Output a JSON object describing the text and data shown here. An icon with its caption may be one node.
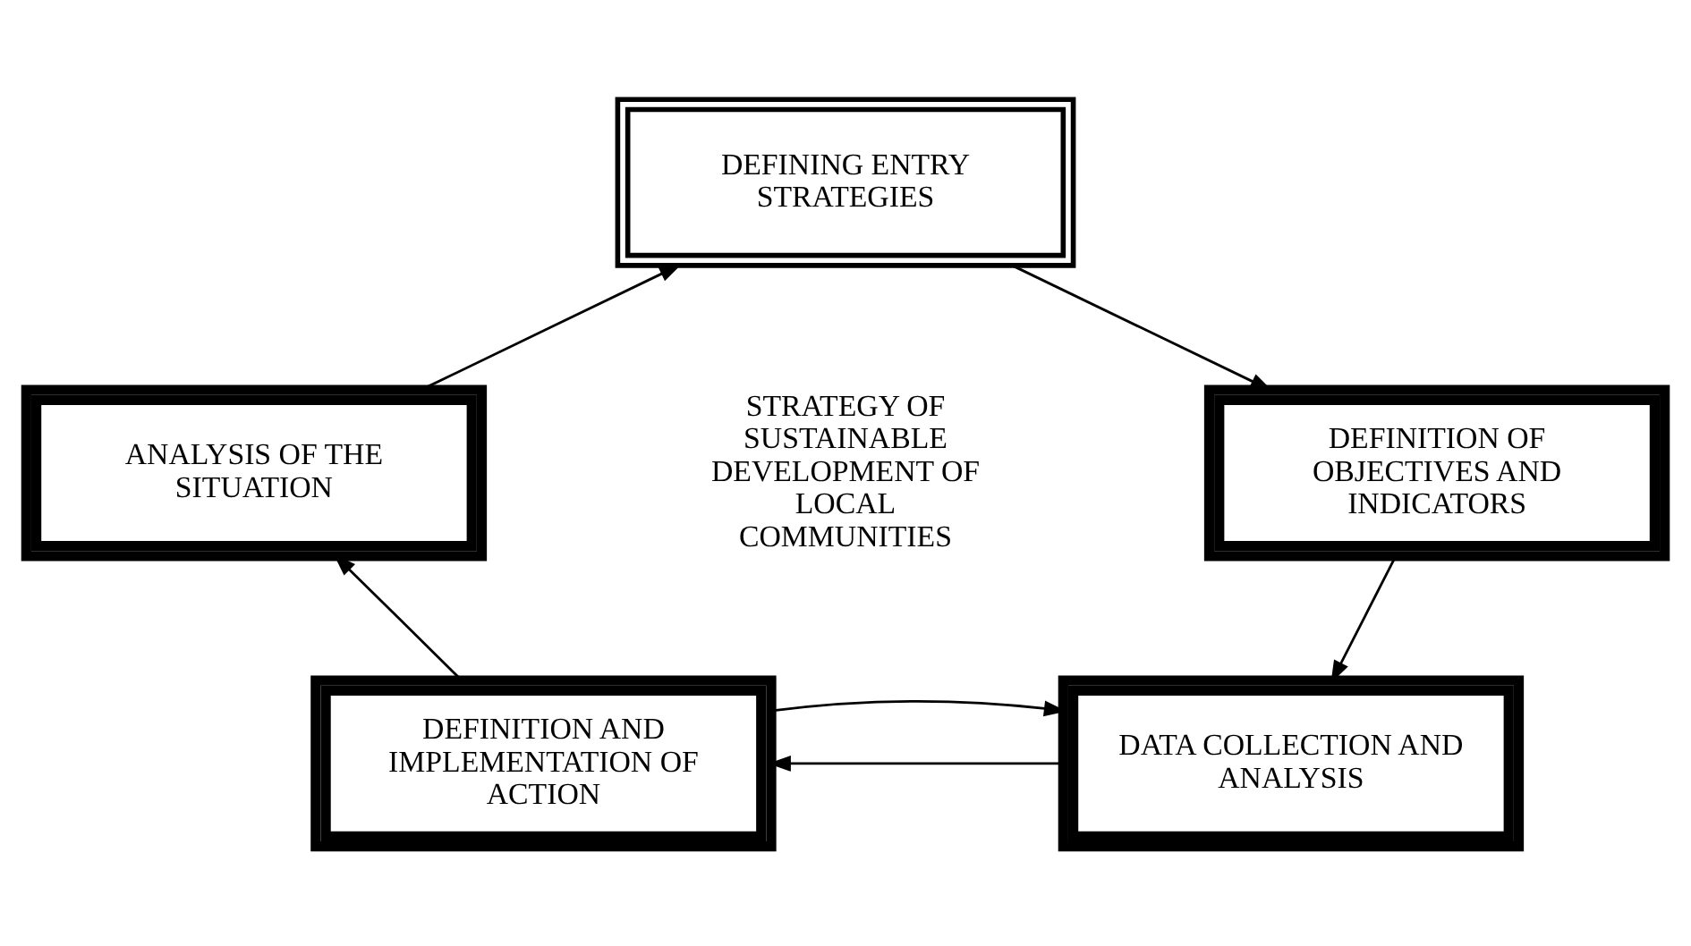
{
  "diagram": {
    "nodes": [
      {
        "text": [
          "DEFINING ENTRY STRATEGIES"
        ]
      },
      {
        "text": [
          "DEFINITION OF OBJECTIVES AND INDICATORS"
        ]
      },
      {
        "text": [
          "DATA COLLECTION AND ANALYSIS"
        ]
      },
      {
        "text": [
          "DEFINITION AND IMPLEMENTATION OF ACTION"
        ]
      },
      {
        "text": [
          "ANALYSIS OF THE SITUATION"
        ]
      }
    ],
    "edges": [
      {
        "from": 4,
        "to": 0,
        "arrow": "to"
      },
      {
        "from": 0,
        "to": 1,
        "arrow": "to"
      },
      {
        "from": 1,
        "to": 2,
        "arrow": "to"
      },
      {
        "from": 2,
        "to": 3,
        "arrow": "to"
      },
      {
        "from": 3,
        "to": 4,
        "arrow": "to"
      },
      {
        "from": 3,
        "to": 2,
        "arrow": "to"
      }
    ],
    "labels": [
      "STRATEGY OF SUSTAINABLE DEVELOPMENT OF LOCAL COMMUNITIES"
    ]
  }
}
